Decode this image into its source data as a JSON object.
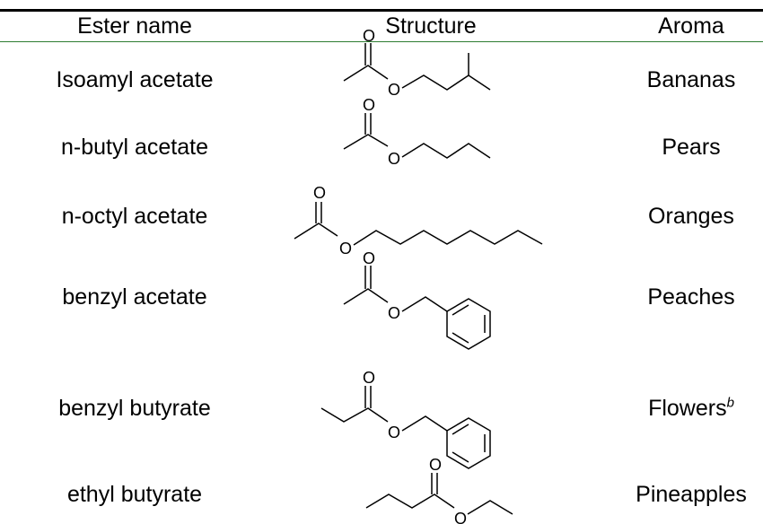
{
  "table": {
    "headers": {
      "name": "Ester name",
      "structure": "Structure",
      "aroma": "Aroma"
    },
    "rows": [
      {
        "name": "Isoamyl acetate",
        "aroma": "Bananas",
        "aroma_sup": ""
      },
      {
        "name": "n-butyl acetate",
        "aroma": "Pears",
        "aroma_sup": ""
      },
      {
        "name": "n-octyl acetate",
        "aroma": "Oranges",
        "aroma_sup": ""
      },
      {
        "name": "benzyl acetate",
        "aroma": "Peaches",
        "aroma_sup": ""
      },
      {
        "name": "benzyl butyrate",
        "aroma": "Flowers",
        "aroma_sup": "b"
      },
      {
        "name": "ethyl butyrate",
        "aroma": "Pineapples",
        "aroma_sup": ""
      }
    ],
    "atom_label": "O"
  }
}
